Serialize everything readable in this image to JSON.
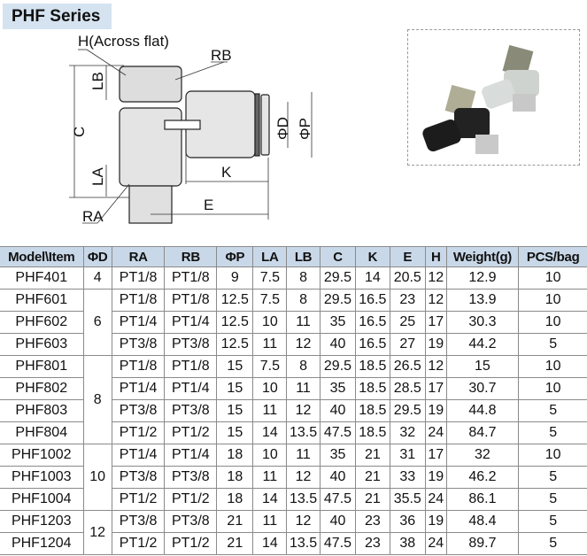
{
  "title": "PHF Series",
  "drawing_labels": {
    "h": "H(Across flat)",
    "rb": "RB",
    "lb": "LB",
    "c": "C",
    "la": "LA",
    "ra": "RA",
    "k": "K",
    "e": "E",
    "d": "ΦD",
    "p": "ΦP"
  },
  "table": {
    "headers": [
      "Model\\Item",
      "ΦD",
      "RA",
      "RB",
      "ΦP",
      "LA",
      "LB",
      "C",
      "K",
      "E",
      "H",
      "Weight(g)",
      "PCS/bag"
    ],
    "groups": [
      {
        "d": "4",
        "rows": [
          [
            "PHF401",
            "PT1/8",
            "PT1/8",
            "9",
            "7.5",
            "8",
            "29.5",
            "14",
            "20.5",
            "12",
            "12.9",
            "10"
          ]
        ]
      },
      {
        "d": "6",
        "rows": [
          [
            "PHF601",
            "PT1/8",
            "PT1/8",
            "12.5",
            "7.5",
            "8",
            "29.5",
            "16.5",
            "23",
            "12",
            "13.9",
            "10"
          ],
          [
            "PHF602",
            "PT1/4",
            "PT1/4",
            "12.5",
            "10",
            "11",
            "35",
            "16.5",
            "25",
            "17",
            "30.3",
            "10"
          ],
          [
            "PHF603",
            "PT3/8",
            "PT3/8",
            "12.5",
            "11",
            "12",
            "40",
            "16.5",
            "27",
            "19",
            "44.2",
            "5"
          ]
        ]
      },
      {
        "d": "8",
        "rows": [
          [
            "PHF801",
            "PT1/8",
            "PT1/8",
            "15",
            "7.5",
            "8",
            "29.5",
            "18.5",
            "26.5",
            "12",
            "15",
            "10"
          ],
          [
            "PHF802",
            "PT1/4",
            "PT1/4",
            "15",
            "10",
            "11",
            "35",
            "18.5",
            "28.5",
            "17",
            "30.7",
            "10"
          ],
          [
            "PHF803",
            "PT3/8",
            "PT3/8",
            "15",
            "11",
            "12",
            "40",
            "18.5",
            "29.5",
            "19",
            "44.8",
            "5"
          ],
          [
            "PHF804",
            "PT1/2",
            "PT1/2",
            "15",
            "14",
            "13.5",
            "47.5",
            "18.5",
            "32",
            "24",
            "84.7",
            "5"
          ]
        ]
      },
      {
        "d": "10",
        "rows": [
          [
            "PHF1002",
            "PT1/4",
            "PT1/4",
            "18",
            "10",
            "11",
            "35",
            "21",
            "31",
            "17",
            "32",
            "10"
          ],
          [
            "PHF1003",
            "PT3/8",
            "PT3/8",
            "18",
            "11",
            "12",
            "40",
            "21",
            "33",
            "19",
            "46.2",
            "5"
          ],
          [
            "PHF1004",
            "PT1/2",
            "PT1/2",
            "18",
            "14",
            "13.5",
            "47.5",
            "21",
            "35.5",
            "24",
            "86.1",
            "5"
          ]
        ]
      },
      {
        "d": "12",
        "rows": [
          [
            "PHF1203",
            "PT3/8",
            "PT3/8",
            "21",
            "11",
            "12",
            "40",
            "23",
            "36",
            "19",
            "48.4",
            "5"
          ],
          [
            "PHF1204",
            "PT1/2",
            "PT1/2",
            "21",
            "14",
            "13.5",
            "47.5",
            "23",
            "38",
            "24",
            "89.7",
            "5"
          ]
        ]
      }
    ]
  }
}
